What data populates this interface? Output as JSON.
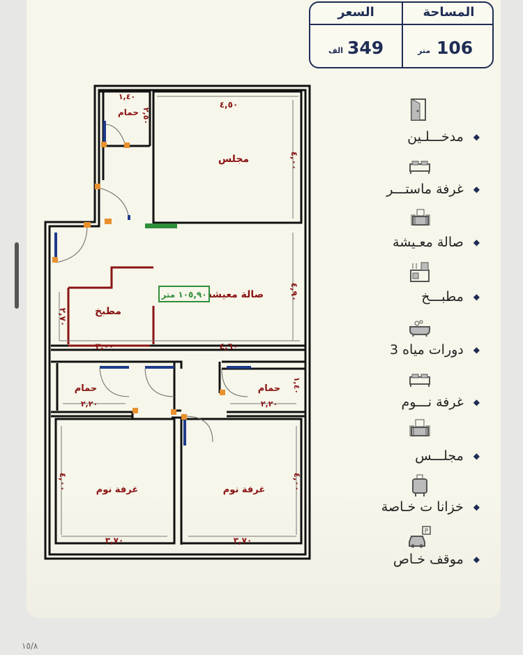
{
  "summary": {
    "area_label": "المساحة",
    "price_label": "السعر",
    "area_value": "106",
    "area_unit": "متر",
    "price_value": "349",
    "price_unit": "الف"
  },
  "plan": {
    "room_majlis": "مجلس",
    "room_bath_top": "حمام",
    "room_living": "صالة معيشة",
    "living_area_badge": "١٠٥,٩٠ متر",
    "room_kitchen": "مطبخ",
    "room_bath_left": "حمام",
    "room_bath_right": "حمام",
    "room_bedroom_left": "غرفة نوم",
    "room_bedroom_right": "غرفة نوم",
    "dim_bath_top_width": "١,٤٠",
    "dim_bath_top_height": "٢,٥٠",
    "dim_majlis_width": "٤,٥٠",
    "dim_majlis_height": "٤,٠٠",
    "dim_living_height": "٤,٩٠",
    "dim_kitchen_height": "٢,٧٠",
    "dim_kitchen_width": "٣,٠٠",
    "dim_living_width": "٤,٦٠",
    "dim_bath_left_width": "٢,٢٠",
    "dim_bath_right_width": "٢,٢٠",
    "dim_bath_right_height": "١,٤٠",
    "dim_bed_left_height": "٤,٠٠",
    "dim_bed_right_height": "٤,٠٠",
    "dim_bed_left_width": "٣,٧٠",
    "dim_bed_right_width": "٣,٧٠",
    "colors": {
      "wall": "#111111",
      "label": "#8a1414",
      "door_leaf": "#1f3b8a",
      "door_hinge": "#e8912e",
      "badge": "#2f8f3a"
    }
  },
  "features": [
    {
      "label": "مدخـــلـين",
      "icon": "door-icon"
    },
    {
      "label": "غرفة ماستـــر",
      "icon": "bed-icon"
    },
    {
      "label": "صالة معـيشة",
      "icon": "armchair-icon"
    },
    {
      "label": "مطبـــخ",
      "icon": "kitchen-icon"
    },
    {
      "label": "3 دورات مياه",
      "icon": "bathtub-icon"
    },
    {
      "label": "غرفة نـــوم",
      "icon": "bed-icon"
    },
    {
      "label": "مجلـــس",
      "icon": "armchair-icon"
    },
    {
      "label": "خزانا ت خـاصة",
      "icon": "water-tank-icon"
    },
    {
      "label": "موقف خـاص",
      "icon": "parking-car-icon"
    }
  ],
  "footer": {
    "page_number": "١٥/٨"
  }
}
